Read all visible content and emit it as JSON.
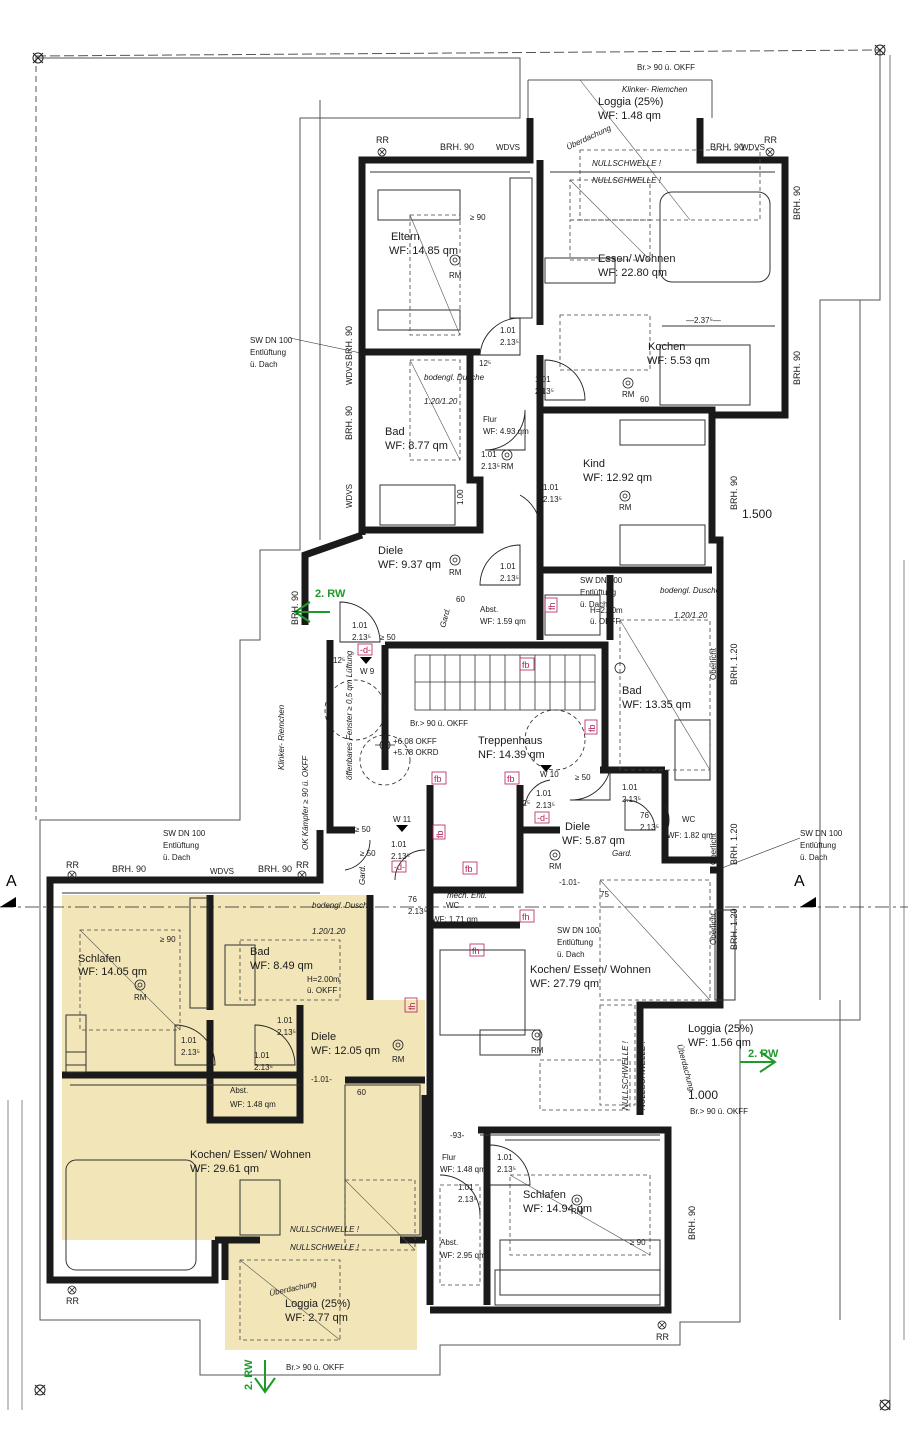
{
  "colors": {
    "wall": "#1a1a1a",
    "highlight_apartment": "#f2e6b8",
    "escape_arrow": "#1f9a2a",
    "fire_marker": "#b0205a"
  },
  "rooms": [
    {
      "name": "Eltern",
      "area": "WF: 14.85 qm"
    },
    {
      "name": "Essen/ Wohnen",
      "area": "WF: 22.80 qm"
    },
    {
      "name": "Kochen",
      "area": "WF: 5.53 qm"
    },
    {
      "name": "Bad",
      "area": "WF: 8.77 qm"
    },
    {
      "name": "Flur",
      "area": "WF: 4.93 qm"
    },
    {
      "name": "Kind",
      "area": "WF: 12.92 qm"
    },
    {
      "name": "Diele",
      "area": "WF: 9.37 qm"
    },
    {
      "name": "Abst.",
      "area": "WF: 1.59 qm"
    },
    {
      "name": "Bad",
      "area": "WF: 13.35 qm"
    },
    {
      "name": "Treppenhaus",
      "area": "NF: 14.39 qm"
    },
    {
      "name": "Diele",
      "area": "WF: 5.87 qm"
    },
    {
      "name": "WC",
      "area": "WF: 1.82 qm"
    },
    {
      "name": "WC",
      "area": "WF: 1.71 qm"
    },
    {
      "name": "Kochen/ Essen/ Wohnen",
      "area": "WF: 27.79 qm"
    },
    {
      "name": "Loggia (25%)",
      "area": "WF: 1.56 qm"
    },
    {
      "name": "Schlafen",
      "area": "WF: 14.05 qm"
    },
    {
      "name": "Bad",
      "area": "WF: 8.49 qm"
    },
    {
      "name": "Diele",
      "area": "WF: 12.05 qm"
    },
    {
      "name": "Abst.",
      "area": "WF: 1.48 qm"
    },
    {
      "name": "Kochen/ Essen/ Wohnen",
      "area": "WF: 29.61 qm"
    },
    {
      "name": "Loggia (25%)",
      "area": "WF: 2.77 qm"
    },
    {
      "name": "Flur",
      "area": "WF: 1.48 qm"
    },
    {
      "name": "Schlafen",
      "area": "WF: 14.94 qm"
    },
    {
      "name": "Abst.",
      "area": "WF: 2.95 qm"
    },
    {
      "name": "Loggia (25%)",
      "area": "WF: 1.48 qm"
    }
  ],
  "labels": {
    "brh90": "BRH. 90",
    "brh120": "BRH. 1.20",
    "rr": "RR",
    "wdvs": "WDVS",
    "rm": "RM",
    "door": "1.01",
    "door_h": "2.13⁵",
    "door76": "76",
    "ge90": "≥ 90",
    "ge50": "≥ 50",
    "nullschwelle": "NULLSCHWELLE !",
    "ueberdachung": "Überdachung",
    "oberlicht": "Oberlicht",
    "gard": "Gard.",
    "fb": "fb",
    "fh": "fh",
    "d": "-d-",
    "w9": "W 9",
    "w10": "W 10",
    "w11": "W 11",
    "rw2": "2. RW",
    "axis_a": "A",
    "dim_1500": "1.500",
    "dim_1000": "1.000",
    "br_top": "Br.> 90 ü. OKFF",
    "klinker_riemchen": "Klinker- Riemchen",
    "sw_dn_100": "SW DN 100",
    "entlueftung": "Entlüftung",
    "ue_dach": "ü. Dach",
    "dusche": "bodengl. Dusche",
    "dusche_size": "1.20/1.20",
    "okff1": "+6.08 OKFF",
    "okff2": "+5.78 OKRD",
    "mech_entl": "mech. Entl.",
    "h200": "H=2.00m",
    "u_okff": "ü. OKFF",
    "feuer": "öffenbares Fenster ≥ 0,5 qm Lüftung",
    "kaempfer": "OK Kämpfer ≥ 90 ü. OKFF",
    "klinker_riemchen_side": "Klinker- Riemchen",
    "dim_237": "—2.37⁵—",
    "dim_101": "-1.01-",
    "dim_93": "-93-",
    "n125": "12⁵",
    "n60": "60",
    "n75": "75",
    "n100": "1.00"
  }
}
